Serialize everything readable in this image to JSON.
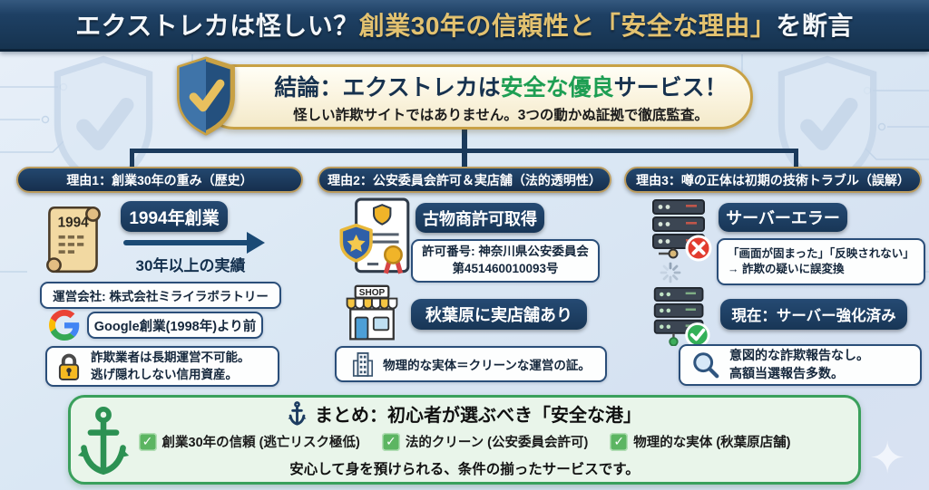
{
  "header": {
    "part1": "エクストレカは怪しい？",
    "part2": "創業30年の信頼性と「安全な理由」",
    "part3": "を断言"
  },
  "conclusion": {
    "lead": "結論：エクストレカは",
    "highlight": "安全な優良",
    "tail": "サービス！",
    "sub": "怪しい詐欺サイトではありません。3つの動かぬ証拠で徹底監査。"
  },
  "reason1": {
    "header": "理由1：創業30年の重み（歴史）",
    "scroll_year": "1994",
    "founded_badge": "1994年創業",
    "track_record": "30年以上の実績",
    "company": "運営会社: 株式会社ミライラボラトリー",
    "google_note": "Google創業(1998年)より前",
    "note1": "詐欺業者は長期運営不可能。",
    "note2": "逃げ隠れしない信用資産。"
  },
  "reason2": {
    "header": "理由2：公安委員会許可＆実店舗（法的透明性）",
    "license_badge": "古物商許可取得",
    "permit1": "許可番号: 神奈川県公安委員会",
    "permit2": "第451460010093号",
    "shop_sign": "SHOP",
    "store_badge": "秋葉原に実店舗あり",
    "note": "物理的な実体＝クリーンな運営の証。"
  },
  "reason3": {
    "header": "理由3：噂の正体は初期の技術トラブル（誤解）",
    "error_badge": "サーバーエラー",
    "quote1": "「画面が固まった」「反映されない」",
    "quote2": "→ 詐欺の疑いに誤変換",
    "fixed_badge": "現在：サーバー強化済み",
    "note1": "意図的な詐欺報告なし。",
    "note2": "高額当選報告多数。"
  },
  "summary": {
    "title": "まとめ：初心者が選ぶべき「安全な港」",
    "checks": [
      "創業30年の信頼 (逃亡リスク極低)",
      "法的クリーン (公安委員会許可)",
      "物理的な実体 (秋葉原店舗)"
    ],
    "footer": "安心して身を預けられる、条件の揃ったサービスです。"
  },
  "icons": {
    "check_glyph": "✓",
    "cross_glyph": "✕",
    "sparkle_glyph": "✦"
  },
  "colors": {
    "banner_navy": "#1c3c61",
    "gold_text": "#e3c270",
    "gold_border": "#c8a145",
    "badge_navy": "#1d3f66",
    "green_highlight": "#1e9e53",
    "summary_border": "#3aa05c",
    "error_red": "#e23b2e",
    "ok_green": "#34b058"
  }
}
